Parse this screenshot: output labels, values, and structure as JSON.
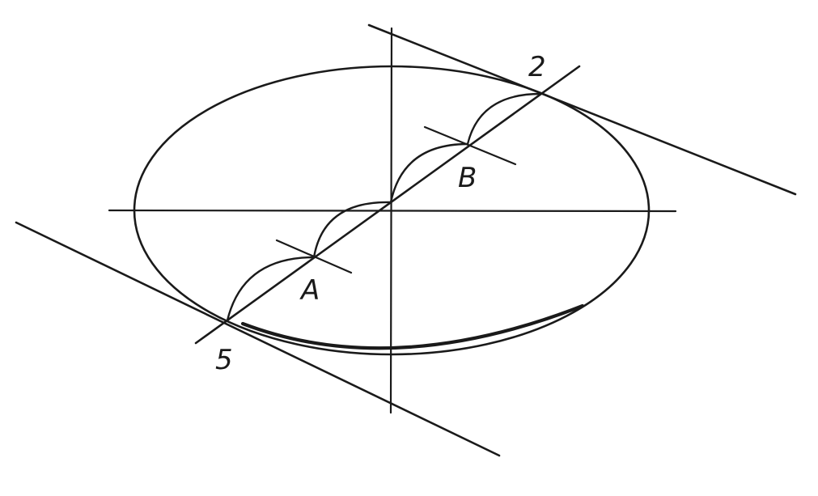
{
  "labels": {
    "point_2": "2",
    "point_5": "5",
    "point_a": "A",
    "point_b": "B"
  },
  "colors": {
    "ink": "#1a1a1a",
    "background": "#ffffff"
  }
}
